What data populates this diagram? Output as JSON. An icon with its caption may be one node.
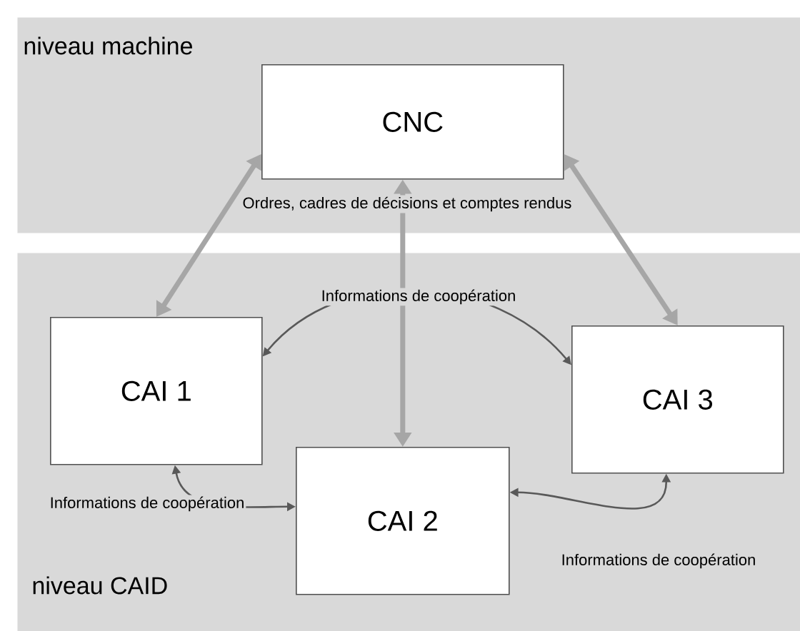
{
  "diagram": {
    "nodes": [
      {
        "text": [
          "niveau machine"
        ]
      },
      {
        "text": [
          "CNC"
        ],
        "in": 0
      },
      {
        "text": [
          "niveau CAID"
        ]
      },
      {
        "text": [
          "CAI 1"
        ],
        "in": 2
      },
      {
        "text": [
          "CAI 2"
        ],
        "in": 2
      },
      {
        "text": [
          "CAI 3"
        ],
        "in": 2
      }
    ],
    "edges": [
      {
        "from": 1,
        "to": 3,
        "arrow": "both",
        "style": "thick",
        "color": "#a6a6a6"
      },
      {
        "from": 1,
        "to": 4,
        "arrow": "both",
        "style": "thick",
        "color": "#a6a6a6",
        "label": "Ordres, cadres de décisions et comptes rendus"
      },
      {
        "from": 1,
        "to": 5,
        "arrow": "both",
        "style": "thick",
        "color": "#a6a6a6"
      },
      {
        "from": 3,
        "to": 5,
        "arrow": "both",
        "label": "Informations de coopération"
      },
      {
        "from": 3,
        "to": 4,
        "arrow": "both",
        "label": "Informations de coopération"
      },
      {
        "from": 4,
        "to": 5,
        "arrow": "both",
        "label": "Informations de coopération"
      }
    ]
  }
}
